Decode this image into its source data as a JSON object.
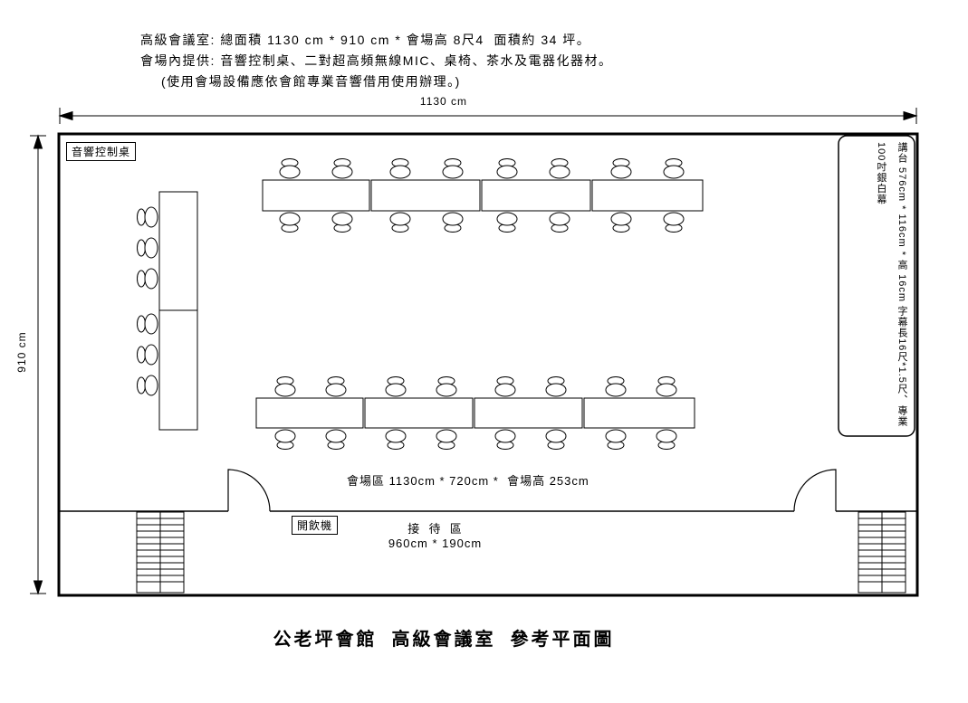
{
  "header": {
    "line1": "高級會議室: 總面積 1130 cm * 910 cm * 會場高 8尺4  面積約 34 坪。",
    "line2": "會場內提供: 音響控制桌、二對超高頻無線MIC、桌椅、茶水及電器化器材。",
    "line3": "(使用會場設備應依會館專業音響借用使用辦理。)"
  },
  "dimensions": {
    "width_label": "1130 cm",
    "height_label": "910 cm"
  },
  "room": {
    "audio_control_desk": "音響控制桌",
    "stage_text": "講台 576cm * 116cm * 高 16cm 字幕長16尺*1.5尺、專業100吋銀白幕",
    "area_label": "會場區 1130cm * 720cm *  會場高 253cm",
    "water_dispenser": "開飲機",
    "reception_title": "接  待  區",
    "reception_size": "960cm * 190cm"
  },
  "footer": {
    "title": "公老坪會館  高級會議室  參考平面圖"
  }
}
